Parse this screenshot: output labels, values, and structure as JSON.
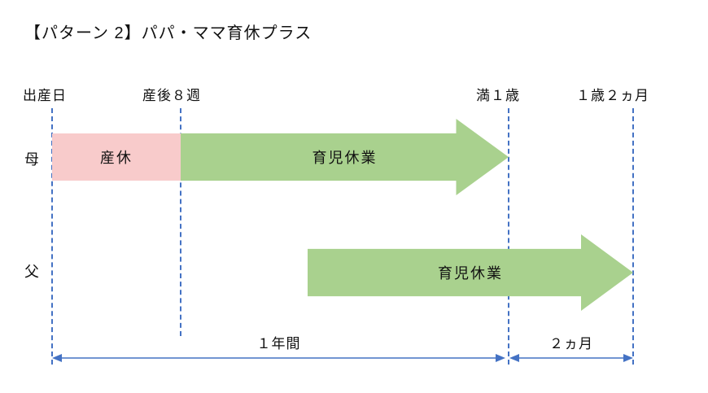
{
  "title": "【パターン 2】パパ・ママ育休プラス",
  "milestones": [
    {
      "label": "出産日"
    },
    {
      "label": "産後８週"
    },
    {
      "label": "満１歳"
    },
    {
      "label": "１歳２ヵ月"
    }
  ],
  "rows": [
    {
      "label": "母",
      "segments": [
        {
          "type": "maternity-leave",
          "label": "産休"
        },
        {
          "type": "childcare-leave",
          "label": "育児休業"
        }
      ]
    },
    {
      "label": "父",
      "segments": [
        {
          "type": "childcare-leave",
          "label": "育児休業"
        }
      ]
    }
  ],
  "durations": [
    {
      "label": "１年間"
    },
    {
      "label": "２ヵ月"
    }
  ],
  "colors": {
    "maternity_pink": "#F8CBCB",
    "leave_green": "#A9D18E",
    "guide_blue": "#4472C4",
    "text": "#111111"
  }
}
